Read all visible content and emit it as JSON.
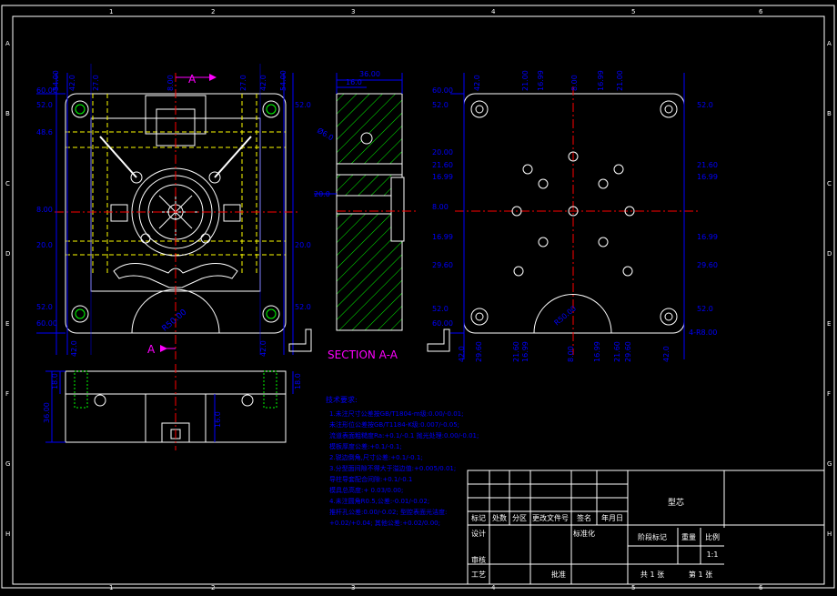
{
  "colors": {
    "background": "#000000",
    "frame": "#ffffff",
    "dimension": "#0000ff",
    "centerline": "#ff0000",
    "section": "#ff00ff",
    "hatch": "#00ff00",
    "hidden": "#ffff00",
    "body": "#ffffff"
  },
  "border": {
    "top_numbers": [
      "1",
      "2",
      "3",
      "4",
      "5",
      "6"
    ],
    "bottom_numbers": [
      "1",
      "2",
      "3",
      "4",
      "5",
      "6"
    ],
    "side_letters": [
      "A",
      "B",
      "C",
      "D",
      "E",
      "F",
      "G",
      "H"
    ]
  },
  "main_view": {
    "section_mark_top": "A",
    "section_mark_bottom": "A",
    "left_dims": [
      "60.00",
      "52.0",
      "48.6",
      "8.00",
      "20.0",
      "52.0",
      "60.00"
    ],
    "right_dims": [
      "52.0",
      "20.0",
      "52.0"
    ],
    "top_dims": [
      "54.00",
      "42.0",
      "27.0",
      "8.00",
      "27.0",
      "42.0",
      "54.00"
    ],
    "bottom_dims": [
      "42.0",
      "42.0"
    ],
    "radius_label": "R50.00"
  },
  "section_view": {
    "title": "SECTION A-A",
    "top_dims": [
      "36.00",
      "16.0"
    ],
    "left_dims": [
      "Ø6.0",
      "20.0"
    ]
  },
  "right_view": {
    "left_dims": [
      "60.00",
      "52.0",
      "20.00",
      "21.60",
      "16.99",
      "8.00",
      "16.99",
      "29.60",
      "52.0",
      "60.00"
    ],
    "right_dims": [
      "52.0",
      "21.60",
      "16.99",
      "16.99",
      "29.60",
      "52.0"
    ],
    "top_dims": [
      "42.0",
      "21.00",
      "16.99",
      "8.00",
      "16.99",
      "21.00"
    ],
    "bottom_dims": [
      "42.0",
      "29.60",
      "21.60",
      "16.99",
      "8.00",
      "16.99",
      "21.60",
      "29.60",
      "42.0"
    ],
    "radius_label": "R50.00",
    "corner_label": "4-R8.00"
  },
  "bottom_view": {
    "left_dims": [
      "18.0",
      "36.00"
    ],
    "mid_dims": [
      "16.0"
    ]
  },
  "tech_notes": {
    "heading": "技术要求:",
    "lines": [
      "1.未注尺寸公差按GB/T1804-m级:0.00/-0.01;",
      "  未注形位公差按GB/T1184-K级:0.007/-0.05;",
      "  流道表面粗糙度Ra:+0.1/-0.1 抛光处理:0.00/-0.01;",
      "  模板厚度公差:+0.1/-0.1;",
      "2.锐边倒角,尺寸公差:+0.1/-0.1;",
      "3.分型面间隙不得大于溢边值:+0.005/0.01;",
      "  导柱导套配合间隙:+0.1/-0.1",
      "  模具总高度:+ 0.03/0.00;",
      "4.未注圆角R0.5,公差:-0.01/-0.02;",
      "  推杆孔公差:0.00/-0.02; 型腔表面光洁度:",
      "  +0.02/+0.04; 其他公差:+0.02/0.00;"
    ]
  },
  "title_block": {
    "name": "型芯",
    "row_labels": [
      "标记",
      "处数",
      "分区",
      "更改文件号",
      "签名",
      "年月日"
    ],
    "designer": "设计",
    "standard": "标准化",
    "stage": "阶段标记",
    "weight": "重量",
    "scale_label": "比例",
    "scale_value": "1:1",
    "checker": "审核",
    "process": "工艺",
    "approve": "批准",
    "sheets": "共 1 张",
    "sheet_no": "第 1 张"
  }
}
